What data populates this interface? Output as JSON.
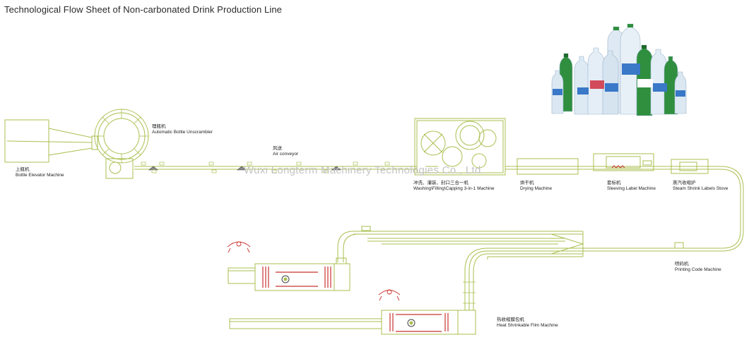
{
  "title": "Technological Flow Sheet of Non-carbonated Drink Production Line",
  "watermark": "Wuxi Longterm Machinery Technologies Co., Ltd.",
  "stations": {
    "elevator": {
      "cn": "上瓶机",
      "en": "Bottle Elevator Machine"
    },
    "unscrambler": {
      "cn": "理瓶机",
      "en": "Automatic Bottle Unscrambler"
    },
    "air_conveyor": {
      "cn": "风送",
      "en": "Air conveyor"
    },
    "washing": {
      "cn": "冲洗、灌装、封口三合一机",
      "en": "Washing\\Filling\\Capping 3-in-1 Machine"
    },
    "drying": {
      "cn": "烘干机",
      "en": "Drying Machine"
    },
    "sleeving": {
      "cn": "套标机",
      "en": "Sleeving Label Machine"
    },
    "steam": {
      "cn": "蒸汽收缩炉",
      "en": "Steam Shrink Labels Stove"
    },
    "printing": {
      "cn": "喷码机",
      "en": "Printing Code Machine"
    },
    "film": {
      "cn": "热收缩膜包机",
      "en": "Heat Shrinkable Film Machine"
    }
  },
  "colors": {
    "line": "#a9bf4f",
    "red": "#c8332f",
    "bottle_green": "#2f8f3e",
    "bottle_blue": "#3a78c8"
  }
}
